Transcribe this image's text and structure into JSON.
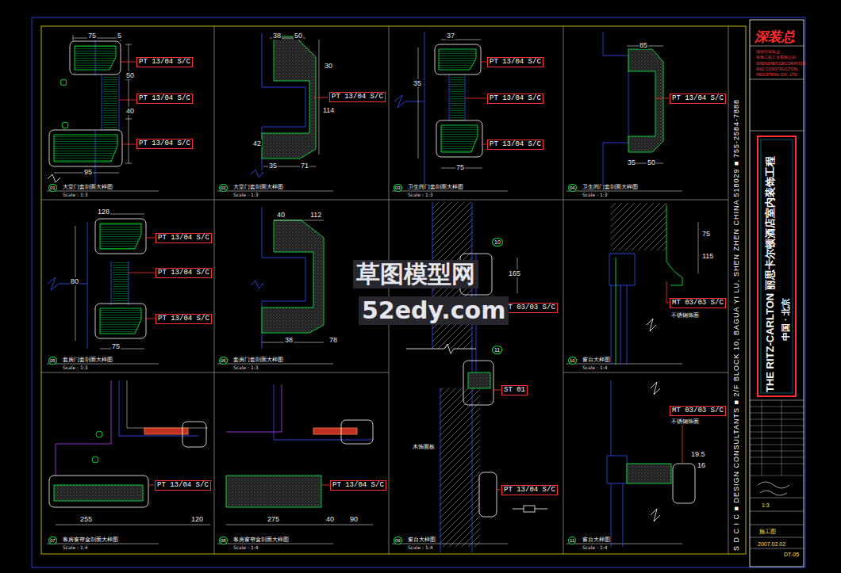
{
  "diagram": {
    "nodes": [
      {
        "text": [
          "PT 13/04 S/C"
        ]
      },
      {
        "text": [
          "PT 13/04 S/C"
        ]
      },
      {
        "text": [
          "PT 13/04 S/C"
        ]
      },
      {
        "text": [
          "PT 13/04 S/C"
        ]
      },
      {
        "text": [
          "PT 13/04 S/C"
        ]
      },
      {
        "text": [
          "PT 13/04 S/C"
        ]
      },
      {
        "text": [
          "PT 13/04 S/C"
        ]
      },
      {
        "text": [
          "PT 13/04 S/C"
        ]
      },
      {
        "text": [
          "PT 13/04 S/C"
        ]
      },
      {
        "text": [
          "PT 13/04 S/C"
        ]
      },
      {
        "text": [
          "PT 13/04 S/C"
        ]
      },
      {
        "text": [
          "MT 03/03 S/C"
        ]
      },
      {
        "text": [
          "ST 01"
        ]
      },
      {
        "text": [
          "PT 13/04 S/C"
        ]
      },
      {
        "text": [
          "MT 03/03 S/C"
        ]
      },
      {
        "text": [
          "PT 13/04 S/C"
        ]
      },
      {
        "text": [
          "PT 13/04 S/C"
        ]
      },
      {
        "text": [
          "MT 03/03 S/C"
        ]
      }
    ],
    "labels": [
      "75",
      "5",
      "50",
      "40",
      "95",
      "38",
      "50",
      "30",
      "114",
      "42",
      "35",
      "71",
      "37",
      "75",
      "35",
      "85",
      "35",
      "50",
      "128",
      "80",
      "75",
      "40",
      "112",
      "38",
      "78",
      "165",
      "115",
      "75",
      "255",
      "120",
      "275",
      "40",
      "90",
      "19.5",
      "16",
      "01",
      "大堂门套剖面大样图",
      "Scale : 1:3",
      "02",
      "大堂门套剖面大样图",
      "Scale : 1:3",
      "03",
      "卫生间门套剖面大样图",
      "Scale : 1:3",
      "04",
      "卫生间门套剖面大样图",
      "Scale : 1:3",
      "05",
      "套房门套剖面大样图",
      "Scale : 1:3",
      "06",
      "套房门套剖面大样图",
      "Scale : 1:3",
      "09",
      "窗台大样图",
      "Scale : 1:4",
      "10",
      "窗台大样图",
      "Scale : 1:4",
      "07",
      "客房窗帘盒剖面大样图",
      "Scale : 1:4",
      "08",
      "客房窗帘盒剖面大样图",
      "Scale : 1:4",
      "11",
      "窗台大样图",
      "Scale : 1:4",
      "深装总",
      "深圳市深装总",
      "装饰工程工业有限公司",
      "SHENZHEN DECORATION",
      "AND CONSTRUCTION",
      "INDUSTRIAL CO., LTD.",
      "THE RITZ-CARLTON 丽思卡尔顿酒店室内装饰工程",
      "中国 · 北京",
      "S D C I C ■ DESIGN CONSULTANTS ■ 2/F BLOCK 10, BAGUA YI LU, SHEN ZHEN CHINA 518029 ■ 755-2584-7888",
      "施工图",
      "1:3",
      "2007.02.02",
      "DT-05",
      "草图模型网",
      "52edy.com",
      "10",
      "11",
      "不锈钢饰面",
      "不锈钢饰面",
      "木饰面板"
    ]
  }
}
